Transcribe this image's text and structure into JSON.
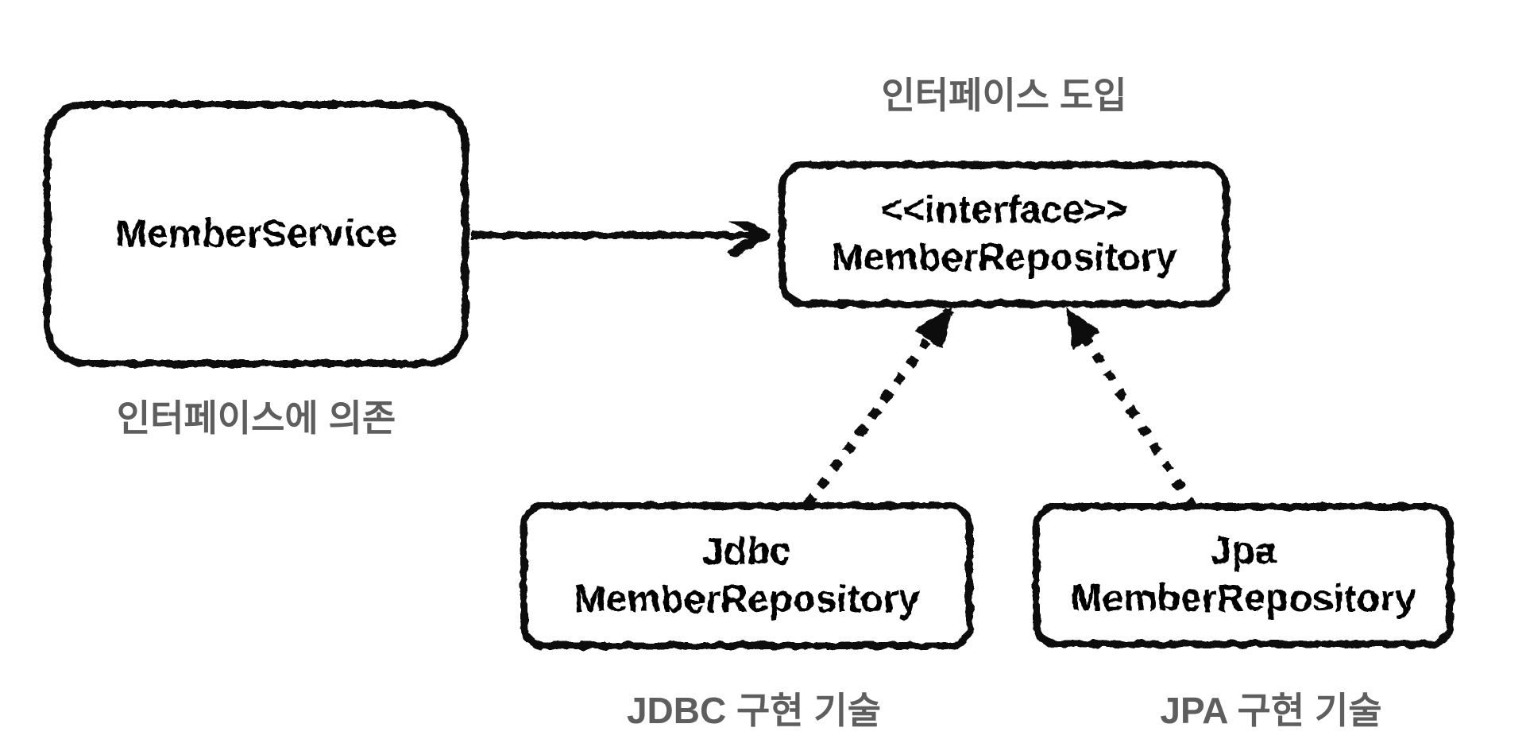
{
  "diagram": {
    "background": "#ffffff",
    "stroke_color": "#111111",
    "caption_color": "#5e5e5e",
    "nodes": {
      "member_service": {
        "label": "MemberService"
      },
      "member_repository_interface": {
        "stereotype": "<<interface>>",
        "label": "MemberRepository"
      },
      "jdbc_member_repository": {
        "line1": "Jdbc",
        "line2": "MemberRepository"
      },
      "jpa_member_repository": {
        "line1": "Jpa",
        "line2": "MemberRepository"
      }
    },
    "captions": {
      "interface_intro": "인터페이스 도입",
      "depends_on_interface": "인터페이스에 의존",
      "jdbc_tech": "JDBC 구현 기술",
      "jpa_tech": "JPA 구현 기술"
    },
    "edges": [
      {
        "name": "memberservice-to-interface",
        "type": "solid-arrow",
        "from": "MemberService",
        "to": "MemberRepository"
      },
      {
        "name": "jdbc-implements-interface",
        "type": "dashed-arrow",
        "from": "JdbcMemberRepository",
        "to": "MemberRepository"
      },
      {
        "name": "jpa-implements-interface",
        "type": "dashed-arrow",
        "from": "JpaMemberRepository",
        "to": "MemberRepository"
      }
    ]
  }
}
